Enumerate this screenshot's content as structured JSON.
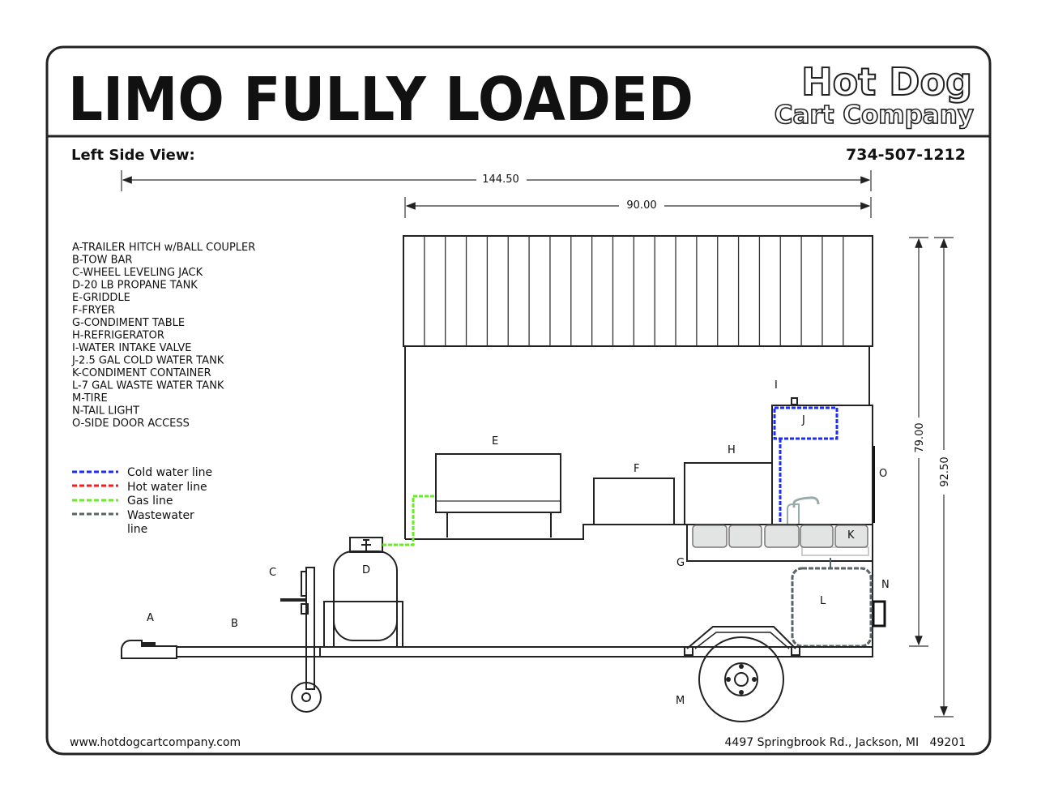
{
  "header": {
    "title": "LIMO FULLY LOADED",
    "logo_line1": "Hot Dog",
    "logo_line2": "Cart Company"
  },
  "subheader": {
    "view_label": "Left Side View:",
    "phone": "734-507-1212"
  },
  "dimensions": {
    "overall_length": "144.50",
    "cart_length": "90.00",
    "body_height": "79.00",
    "overall_height": "92.50"
  },
  "parts_list": [
    "A-TRAILER HITCH w/BALL COUPLER",
    "B-TOW BAR",
    "C-WHEEL LEVELING JACK",
    "D-20 LB PROPANE TANK",
    "E-GRIDDLE",
    "F-FRYER",
    "G-CONDIMENT TABLE",
    "H-REFRIGERATOR",
    "I-WATER INTAKE VALVE",
    "J-2.5 GAL COLD WATER TANK",
    "K-CONDIMENT CONTAINER",
    "L-7 GAL WASTE WATER TANK",
    "M-TIRE",
    "N-TAIL LIGHT",
    "O-SIDE DOOR ACCESS"
  ],
  "legend": [
    {
      "label": "Cold water line",
      "color": "#1a2cff"
    },
    {
      "label": "Hot water line",
      "color": "#ff1a1a"
    },
    {
      "label": "Gas line",
      "color": "#66ee22"
    },
    {
      "label": "Wastewater",
      "label2": "line",
      "color": "#5a6466"
    }
  ],
  "callouts": {
    "A": "A",
    "B": "B",
    "C": "C",
    "D": "D",
    "E": "E",
    "F": "F",
    "G": "G",
    "H": "H",
    "I": "I",
    "J": "J",
    "K": "K",
    "L": "L",
    "M": "M",
    "N": "N",
    "O": "O"
  },
  "footer": {
    "website": "www.hotdogcartcompany.com",
    "address": "4497 Springbrook Rd., Jackson, MI   49201"
  }
}
